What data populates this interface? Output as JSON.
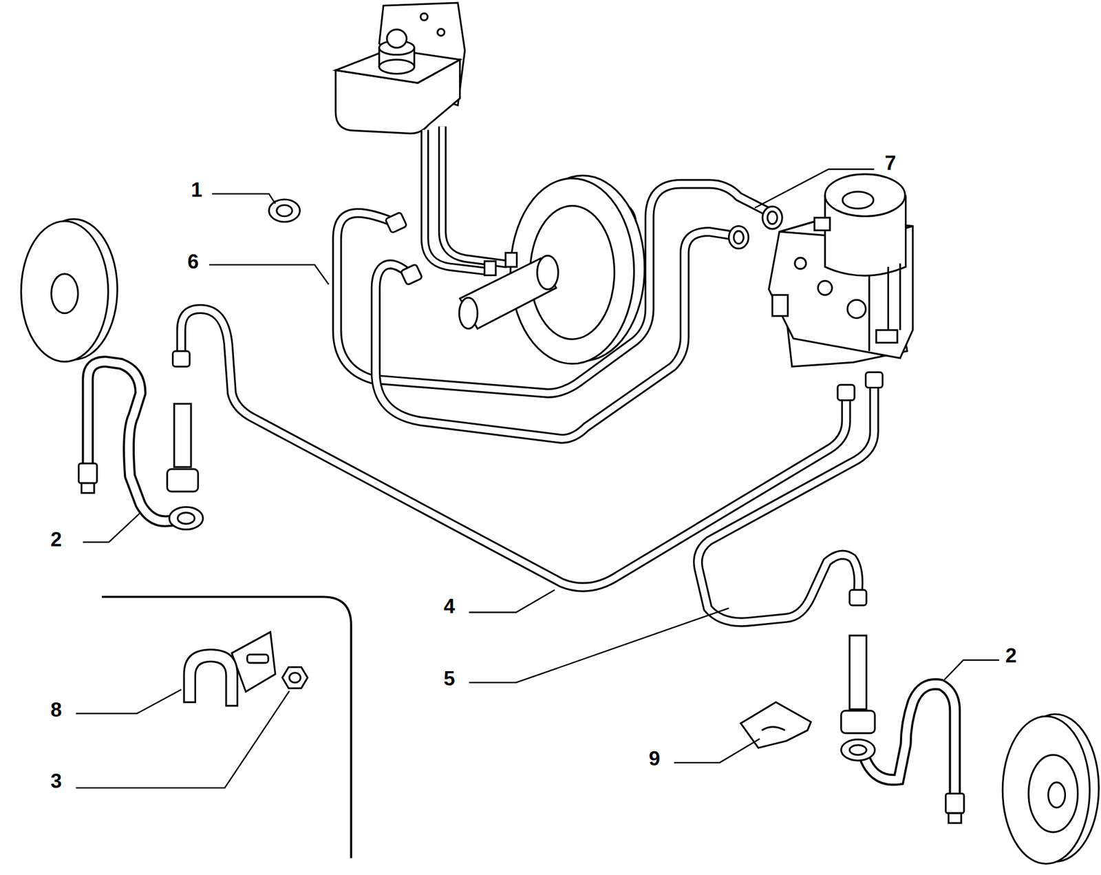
{
  "diagram": {
    "labels": [
      "7",
      "1",
      "6",
      "2",
      "4",
      "2",
      "5",
      "8",
      "9",
      "3"
    ]
  }
}
